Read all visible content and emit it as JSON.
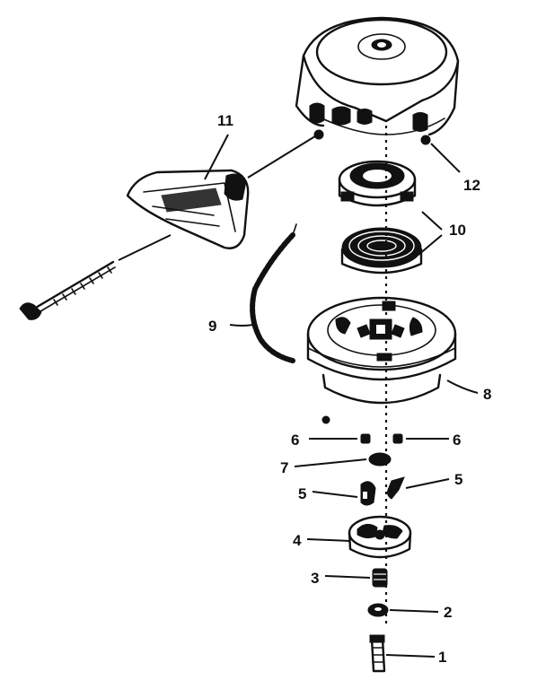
{
  "colors": {
    "ink": "#111111",
    "paper": "#ffffff"
  },
  "callouts": {
    "c1": "1",
    "c2": "2",
    "c3": "3",
    "c4": "4",
    "c5_left": "5",
    "c5_right": "5",
    "c6_left": "6",
    "c6_right": "6",
    "c7": "7",
    "c8": "8",
    "c9": "9",
    "c10": "10",
    "c11": "11",
    "c12": "12"
  }
}
